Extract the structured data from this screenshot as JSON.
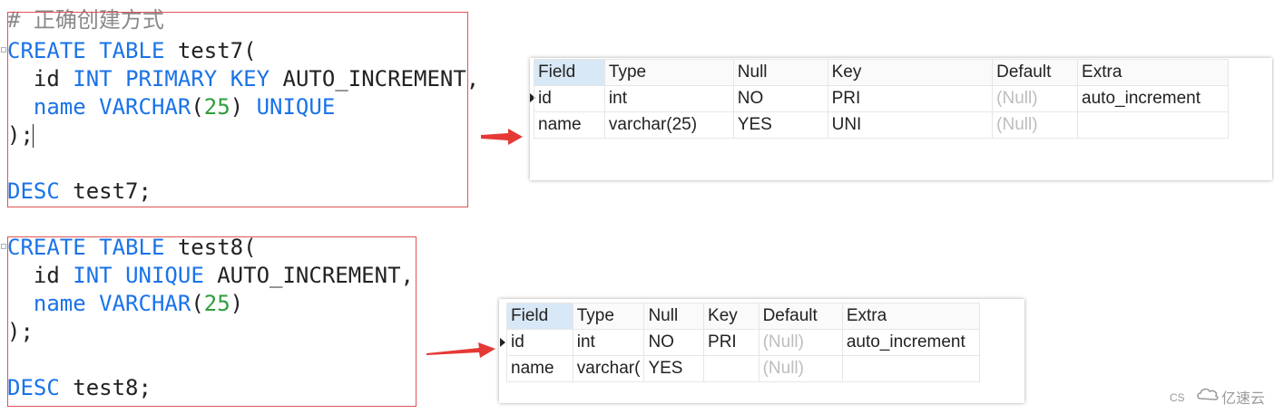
{
  "editor1": {
    "comment": "# 正确创建方式",
    "line1": {
      "kw1": "CREATE",
      "kw2": "TABLE",
      "name": "test7("
    },
    "line2": {
      "field": "id",
      "kw1": "INT",
      "kw2": "PRIMARY",
      "kw3": "KEY",
      "tail": "AUTO_INCREMENT,"
    },
    "line3": {
      "field": "name",
      "kw1": "VARCHAR",
      "open": "(",
      "num": "25",
      "close": ")",
      "kw2": "UNIQUE"
    },
    "line4": ");",
    "line5": {
      "kw": "DESC",
      "name": "test7;"
    }
  },
  "editor2": {
    "line1": {
      "kw1": "CREATE",
      "kw2": "TABLE",
      "name": "test8("
    },
    "line2": {
      "field": "id",
      "kw1": "INT",
      "kw2": "UNIQUE",
      "tail": "AUTO_INCREMENT,"
    },
    "line3": {
      "field": "name",
      "kw1": "VARCHAR",
      "open": "(",
      "num": "25",
      "close": ")"
    },
    "line4": ");",
    "line5": {
      "kw": "DESC",
      "name": "test8;"
    }
  },
  "result1": {
    "headers": [
      "Field",
      "Type",
      "Null",
      "Key",
      "Default",
      "Extra"
    ],
    "rows": [
      [
        "id",
        "int",
        "NO",
        "PRI",
        "(Null)",
        "auto_increment"
      ],
      [
        "name",
        "varchar(25)",
        "YES",
        "UNI",
        "(Null)",
        ""
      ]
    ]
  },
  "result2": {
    "headers": [
      "Field",
      "Type",
      "Null",
      "Key",
      "Default",
      "Extra"
    ],
    "rows": [
      [
        "id",
        "int",
        "NO",
        "PRI",
        "(Null)",
        "auto_increment"
      ],
      [
        "name",
        "varchar(",
        "YES",
        "",
        "(Null)",
        ""
      ]
    ]
  },
  "watermark": {
    "prefix": "CS",
    "brand": "亿速云"
  },
  "colors": {
    "keyword": "#1a73e8",
    "number": "#2e9e3b",
    "comment": "#8a8a8a",
    "box_border": "#e05252",
    "arrow": "#e53935",
    "header_selected": "#d9e8f6",
    "null_text": "#bdbdbd"
  }
}
